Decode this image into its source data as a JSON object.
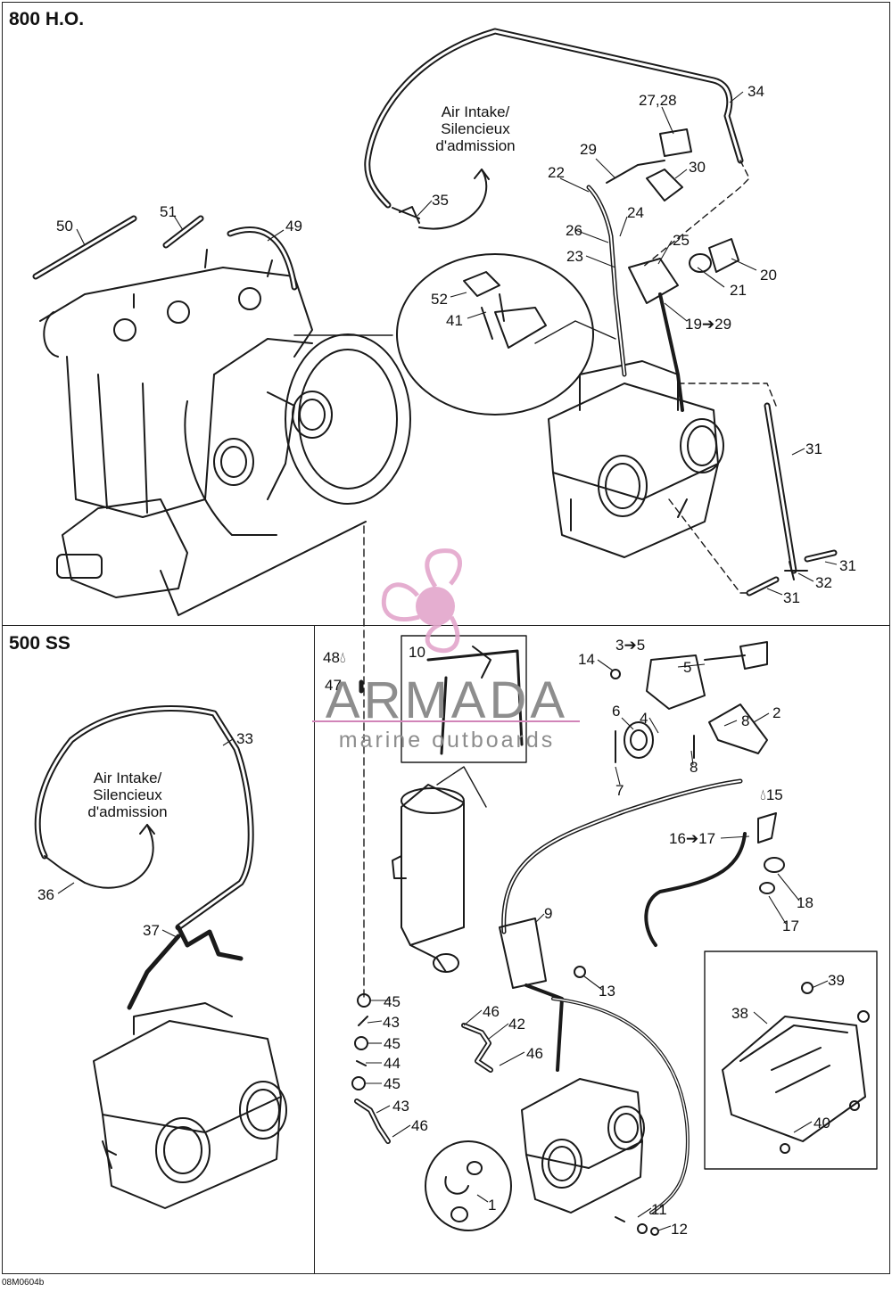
{
  "sections": {
    "top": "800 H.O.",
    "bottom": "500 SS"
  },
  "notes": {
    "air_intake_top": [
      "Air Intake/",
      "Silencieux",
      "d'admission"
    ],
    "air_intake_bottom": [
      "Air Intake/",
      "Silencieux",
      "d'admission"
    ]
  },
  "watermark": {
    "brand": "ARMADA",
    "tagline": "marine outboards",
    "accent_color": "#e3a6cc"
  },
  "drawing_code": "08M0604b",
  "callouts": {
    "c34": "34",
    "c27_28": "27,28",
    "c29": "29",
    "c30": "30",
    "c22": "22",
    "c35": "35",
    "c24": "24",
    "c26": "26",
    "c25": "25",
    "c23": "23",
    "c20": "20",
    "c21": "21",
    "c19_29": "19➔29",
    "c50": "50",
    "c51": "51",
    "c49": "49",
    "c52": "52",
    "c41": "41",
    "c31a": "31",
    "c31b": "31",
    "c31c": "31",
    "c32": "32",
    "c48": "48",
    "c47": "47",
    "c10": "10",
    "c14": "14",
    "c3_5": "3➔5",
    "c5": "5",
    "c6": "6",
    "c4": "4",
    "c8a": "8",
    "c2": "2",
    "c8b": "8",
    "c7": "7",
    "c15": "15",
    "c16_17": "16➔17",
    "c18": "18",
    "c17": "17",
    "c33": "33",
    "c36": "36",
    "c9": "9",
    "c37": "37",
    "c13": "13",
    "c39": "39",
    "c38": "38",
    "c45a": "45",
    "c43a": "43",
    "c45b": "45",
    "c44": "44",
    "c45c": "45",
    "c43b": "43",
    "c46a": "46",
    "c42": "42",
    "c46b": "46",
    "c46c": "46",
    "c40": "40",
    "c1": "1",
    "c11": "11",
    "c12": "12"
  }
}
